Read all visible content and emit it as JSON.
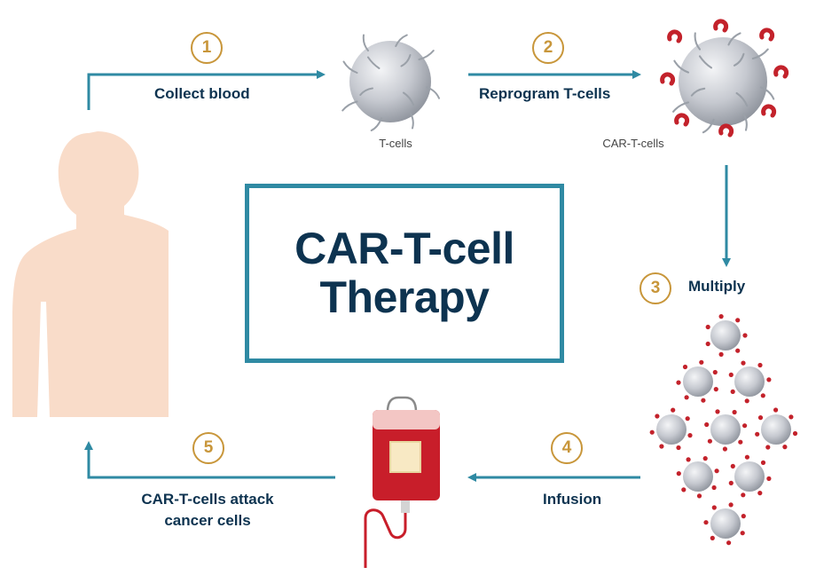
{
  "title": {
    "line1": "CAR-T-cell",
    "line2": "Therapy"
  },
  "steps": [
    {
      "number": "1",
      "label": "Collect blood"
    },
    {
      "number": "2",
      "label": "Reprogram T-cells"
    },
    {
      "number": "3",
      "label": "Multiply"
    },
    {
      "number": "4",
      "label": "Infusion"
    },
    {
      "number": "5",
      "label_line1": "CAR-T-cells attack",
      "label_line2": "cancer cells"
    }
  ],
  "cell_labels": {
    "tcells": "T-cells",
    "car_tcells": "CAR-T-cells"
  },
  "colors": {
    "arrow": "#2f8aa3",
    "step_circle": "#c8963a",
    "title_text": "#0d3350",
    "body": "#f9dcc9",
    "cell": "#c9ccd3",
    "receptor": "#c3222b",
    "blood_bag": "#c81e2a"
  }
}
